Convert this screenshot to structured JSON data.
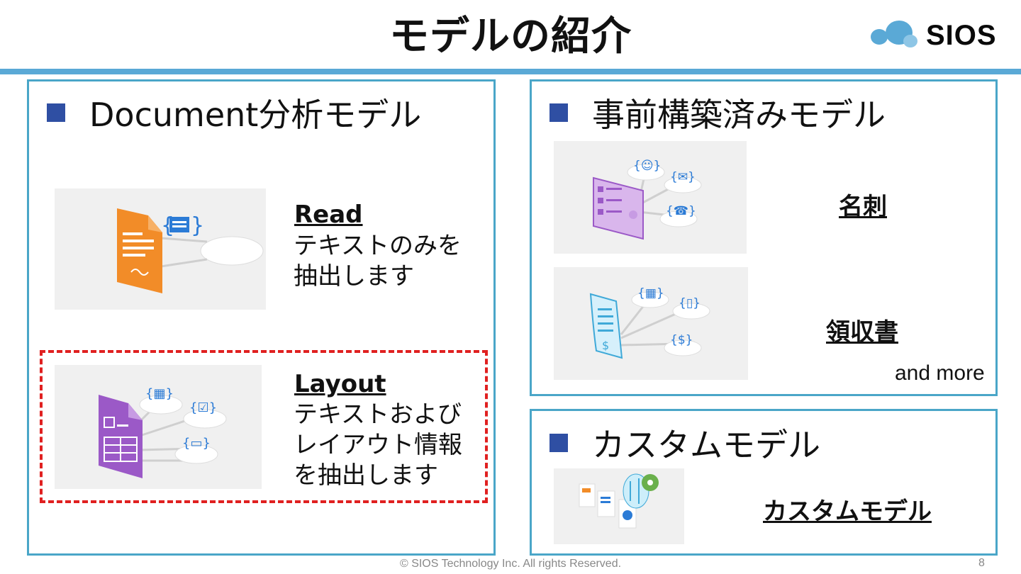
{
  "title": "モデルの紹介",
  "logo": {
    "text": "SIOS",
    "accent": "#5aa9d6"
  },
  "colors": {
    "panel_border": "#4aa6c8",
    "bullet": "#2f4fa3",
    "highlight": "#e02020",
    "rule": "#5aa9d6"
  },
  "document_panel": {
    "heading": "Document分析モデル",
    "read": {
      "label": "Read",
      "lines": [
        "テキストのみを",
        "抽出します"
      ],
      "icon": "orange-document-json-icon"
    },
    "layout": {
      "label": "Layout",
      "lines": [
        "テキストおよび",
        "レイアウト情報",
        "を抽出します"
      ],
      "icon": "purple-form-table-icon"
    }
  },
  "prebuilt_panel": {
    "heading": "事前構築済みモデル",
    "items": [
      {
        "name": "名刺",
        "icon": "business-card-icon"
      },
      {
        "name": "領収書",
        "icon": "receipt-icon"
      }
    ],
    "and_more": "and more"
  },
  "custom_panel": {
    "heading": "カスタムモデル",
    "item": {
      "name": "カスタムモデル",
      "icon": "custom-model-icon"
    }
  },
  "footer": {
    "copyright": "© SIOS Technology Inc. All rights Reserved.",
    "page": "8"
  }
}
